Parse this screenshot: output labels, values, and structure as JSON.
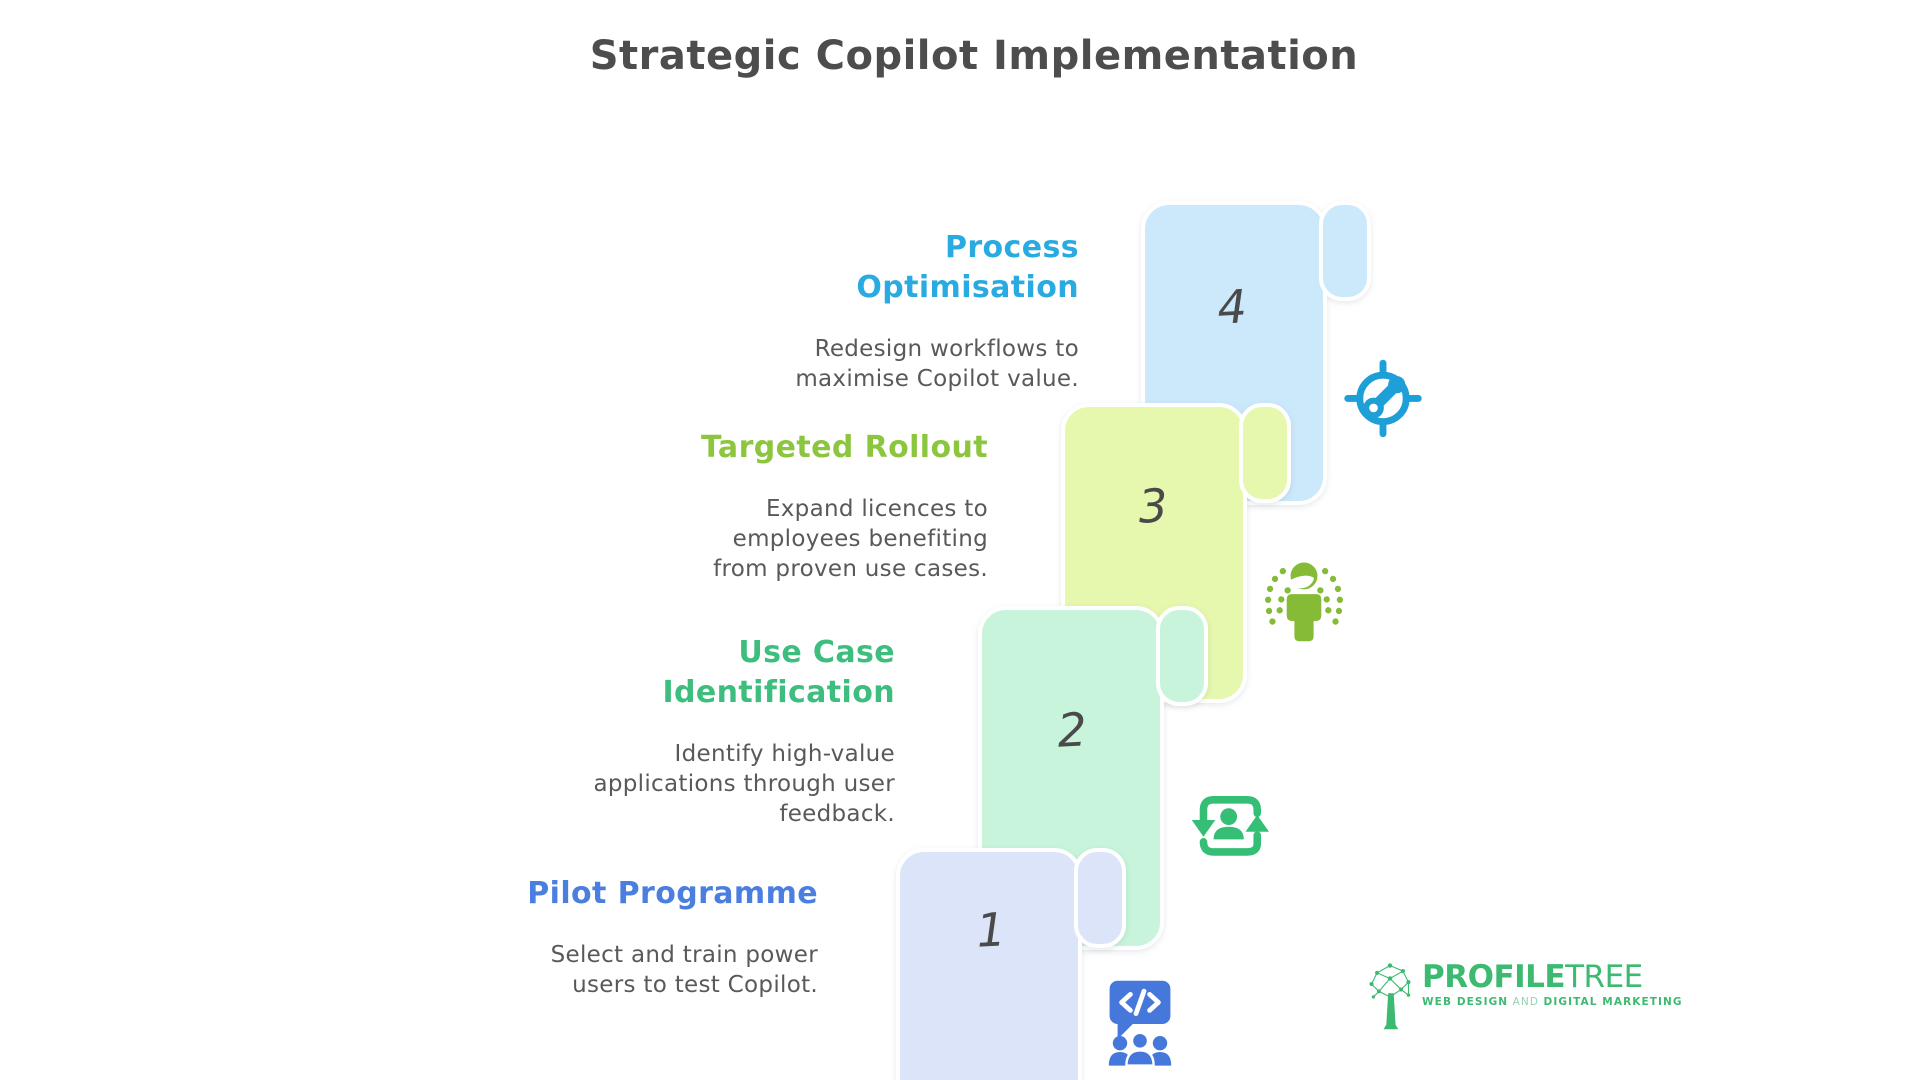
{
  "title": "Strategic Copilot Implementation",
  "colors": {
    "title_text": "#4D4D4D",
    "body_text": "#58595B",
    "number_text": "#4A4A4A",
    "seam": "#FFFFFF",
    "background": "#FFFFFF"
  },
  "steps": [
    {
      "number": "1",
      "heading": "Pilot Programme",
      "description": "Select and train power\nusers to test Copilot.",
      "heading_color": "#4A7FE0",
      "card_color": "#DCE4F9",
      "icon": "code-chat-people-icon",
      "icon_color": "#4678DB"
    },
    {
      "number": "2",
      "heading": "Use Case\nIdentification",
      "description": "Identify high-value\napplications through user\nfeedback.",
      "heading_color": "#3DBE7E",
      "card_color": "#C7F4DB",
      "icon": "user-refresh-icon",
      "icon_color": "#34BE76"
    },
    {
      "number": "3",
      "heading": "Targeted Rollout",
      "description": "Expand licences to\nemployees benefiting\nfrom proven use cases.",
      "heading_color": "#8CC63F",
      "card_color": "#E6F7AE",
      "icon": "person-growth-icon",
      "icon_color": "#85BB36"
    },
    {
      "number": "4",
      "heading": "Process\nOptimisation",
      "description": "Redesign workflows to\nmaximise Copilot value.",
      "heading_color": "#29ABE2",
      "card_color": "#CBE9FA",
      "icon": "target-key-icon",
      "icon_color": "#1E9FD8"
    }
  ],
  "footer_logo": {
    "brand_bold": "PROFILE",
    "brand_light": "TREE",
    "tagline_left": "WEB DESIGN",
    "tagline_and": "AND",
    "tagline_right": "DIGITAL MARKETING",
    "brand_color": "#3DBA71",
    "tagline_and_color": "#8FD4AE"
  }
}
